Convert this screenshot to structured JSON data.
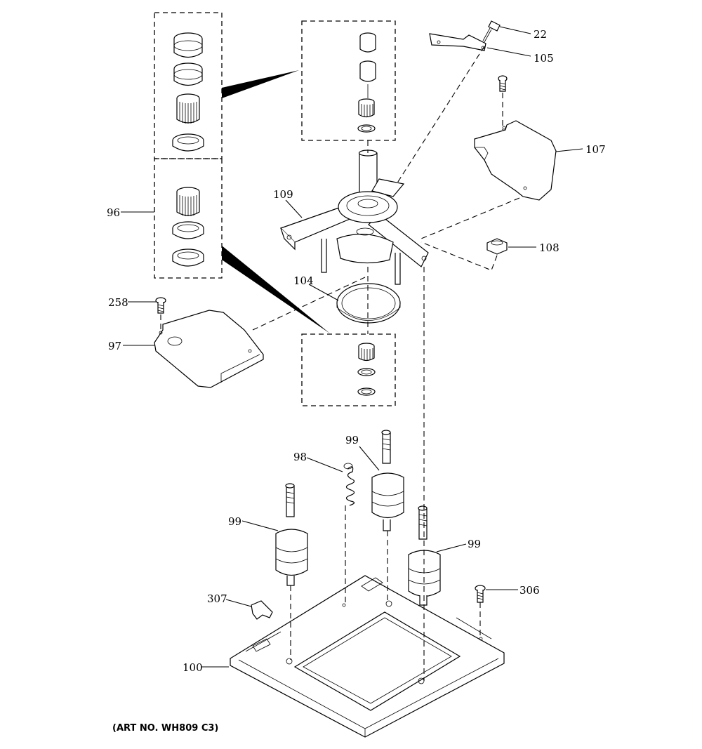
{
  "callouts": {
    "c22": "22",
    "c105": "105",
    "c107": "107",
    "c108": "108",
    "c109": "109",
    "c96": "96",
    "c104": "104",
    "c258": "258",
    "c97": "97",
    "c99a": "99",
    "c98": "98",
    "c99b": "99",
    "c99c": "99",
    "c307": "307",
    "c306": "306",
    "c100": "100"
  },
  "art_number": "(ART NO. WH809 C3)"
}
